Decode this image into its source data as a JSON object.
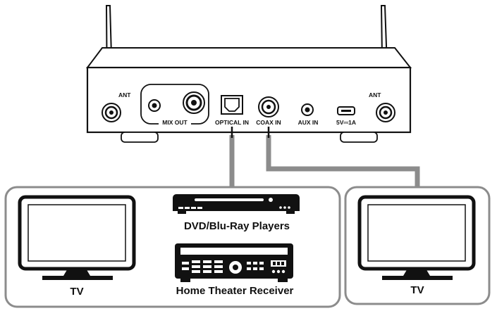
{
  "ports": {
    "ant_left": "ANT",
    "ant_right": "ANT",
    "mix_out": "MIX OUT",
    "optical_in": "OPTICAL IN",
    "coax_in": "COAX IN",
    "aux_in": "AUX IN",
    "usb_power": "5V⎓1A"
  },
  "devices": {
    "tv_left": "TV",
    "dvd": "DVD/Blu-Ray Players",
    "receiver": "Home Theater Receiver",
    "tv_right": "TV"
  },
  "colors": {
    "line": "#111111",
    "cable": "#8c8c8c",
    "panel": "#ffffff"
  }
}
